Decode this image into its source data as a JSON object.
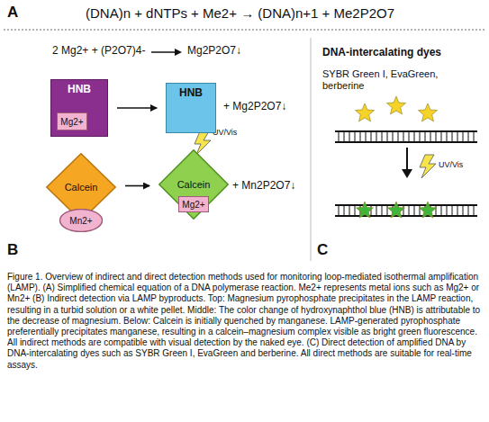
{
  "diagram": {
    "caption": "Figure 1. Overview of indirect and direct detection methods used for monitoring loop-mediated isothermal amplification (LAMP). (A) Simplified chemical equation of a DNA polymerase reaction. Me2+ represents metal ions such as Mg2+ or Mn2+ (B) Indirect detection via LAMP byproducts. Top: Magnesium pyrophosphate precipitates in the LAMP reaction, resulting in a turbid solution or a white pellet. Middle: The color change of hydroxynaphthol blue (HNB) is attributable to the decrease of magnesium. Below: Calcein is initially quenched by manganese. LAMP-generated pyrophosphate preferentially precipitates manganese, resulting in a calcein–magnesium complex visible as bright green fluorescence. All indirect methods are compatible with visual detection by the naked eye. (C) Direct detection of amplified DNA by DNA-intercalating dyes such as SYBR Green I, EvaGreen and berberine. All direct methods are suitable for real-time assays.",
    "nodes": [
      {
        "text": [
          "HNB"
        ]
      },
      {
        "text": [
          "Mg2+"
        ],
        "in": 0
      },
      {
        "text": [
          "HNB"
        ]
      },
      {
        "text": [
          "Calcein"
        ]
      },
      {
        "text": [
          "Mn2+"
        ]
      },
      {
        "text": [
          "Calcein"
        ]
      },
      {
        "text": [
          "Mg2+"
        ],
        "in": 5
      }
    ],
    "edges": [
      {
        "from": 0,
        "to": 2,
        "arrow": "to"
      },
      {
        "from": 3,
        "to": 5,
        "arrow": "to"
      }
    ],
    "labels": [
      "A",
      "(DNA)n + dNTPs + Me2+ → (DNA)n+1 + Me2P2O7",
      "2 Mg2+ + (P2O7)4-",
      "Mg2P2O7↓",
      "+ Mg2P2O7↓",
      "UV/Vis",
      "+ Mn2P2O7↓",
      "B",
      "DNA-intercalating dyes",
      "SYBR Green I, EvaGreen, berberine",
      "UV/Vis",
      "C"
    ]
  }
}
